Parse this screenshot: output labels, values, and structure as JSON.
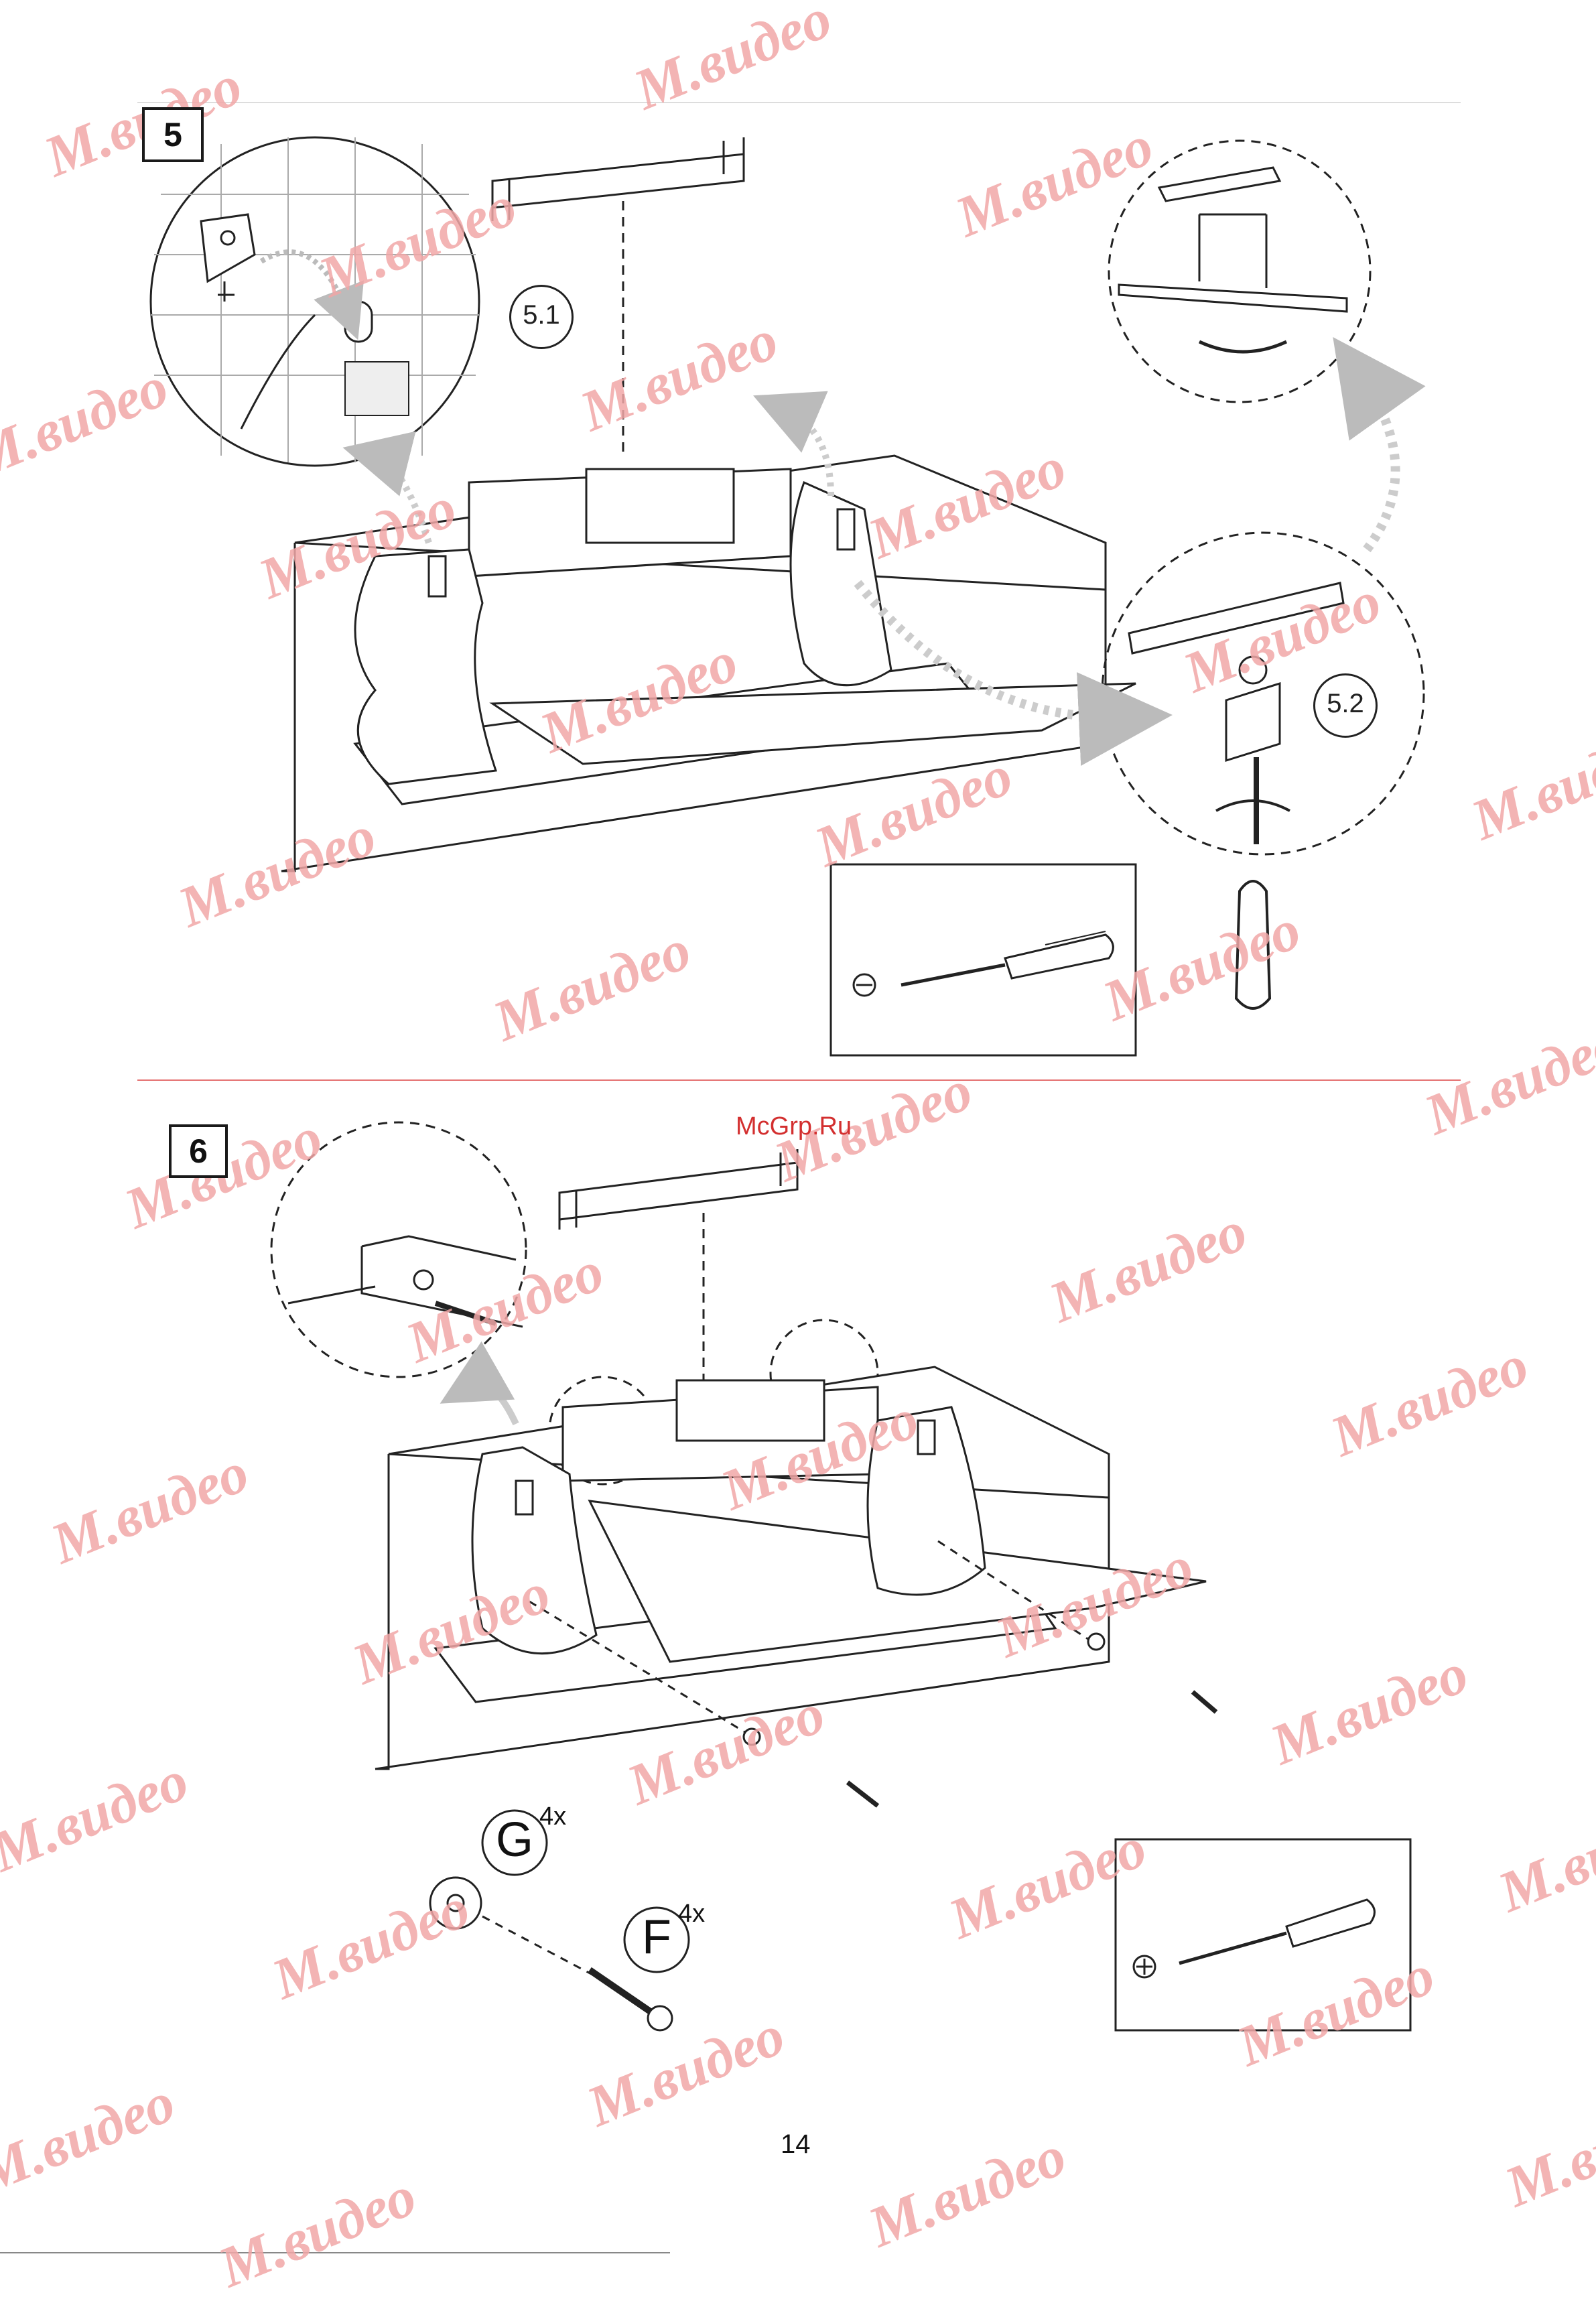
{
  "steps": [
    {
      "number": "5",
      "substeps": [
        "5.1",
        "5.2"
      ]
    },
    {
      "number": "6"
    }
  ],
  "hardware": [
    {
      "letter": "G",
      "qty": "4x",
      "icon": "washer-icon"
    },
    {
      "letter": "F",
      "qty": "4x",
      "icon": "screw-icon"
    }
  ],
  "tools": [
    {
      "name": "flathead-screwdriver-icon"
    },
    {
      "name": "phillips-screwdriver-icon"
    }
  ],
  "site_label": "McGrp.Ru",
  "page_number": "14",
  "watermark": "M.видео",
  "colors": {
    "accent": "#d32f2f",
    "watermark": "#f1a7a7",
    "line": "#222222"
  }
}
